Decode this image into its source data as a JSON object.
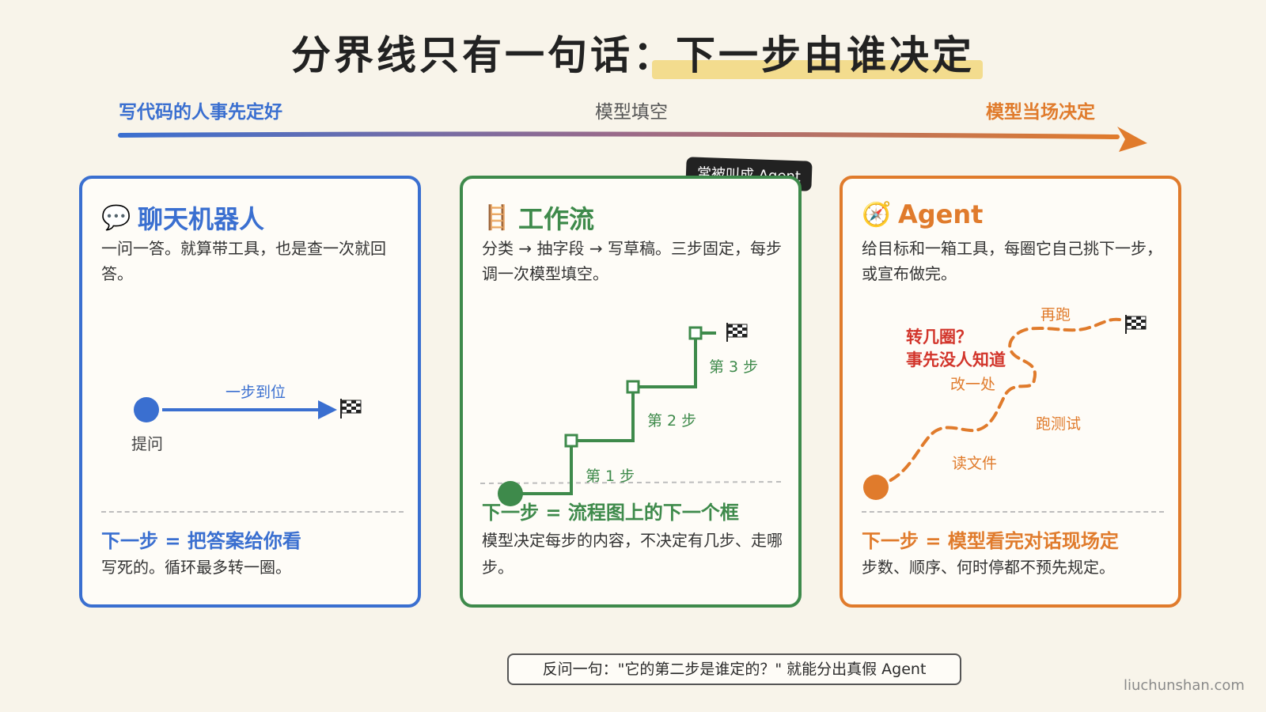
{
  "title": {
    "part1": "分界线只有一句话：",
    "part2": "下一步由谁决定"
  },
  "spectrum": {
    "left": "写代码的人事先定好",
    "middle": "模型填空",
    "right": "模型当场决定"
  },
  "colors": {
    "chatbot": "#3a6fd0",
    "workflow": "#3e8a4b",
    "agent": "#e07b2c",
    "agent_red": "#d2352b"
  },
  "cards": {
    "chatbot": {
      "icon": "speech-bubble-icon",
      "icon_glyph": "💬",
      "title": "聊天机器人",
      "desc": "一问一答。就算带工具，也是查一次就回答。",
      "diagram": {
        "arrow_label": "一步到位",
        "start_label": "提问"
      },
      "rule": "下一步 = 把答案给你看",
      "rule_desc": "写死的。循环最多转一圈。"
    },
    "workflow": {
      "badge": "常被叫成 Agent",
      "icon": "ladder-icon",
      "icon_glyph": "🪜",
      "title": "工作流",
      "desc": "分类 → 抽字段 → 写草稿。三步固定，每步调一次模型填空。",
      "diagram": {
        "step1": "第 1 步",
        "step2": "第 2 步",
        "step3": "第 3 步"
      },
      "rule": "下一步 = 流程图上的下一个框",
      "rule_desc": "模型决定每步的内容，不决定有几步、走哪步。"
    },
    "agent": {
      "icon": "compass-icon",
      "icon_glyph": "🧭",
      "title": "Agent",
      "desc": "给目标和一箱工具，每圈它自己挑下一步，或宣布做完。",
      "diagram": {
        "question_line1": "转几圈？",
        "question_line2": "事先没人知道",
        "step_read": "读文件",
        "step_test": "跑测试",
        "step_fix": "改一处",
        "step_rerun": "再跑"
      },
      "rule": "下一步 = 模型看完对话现场定",
      "rule_desc": "步数、顺序、何时停都不预先规定。"
    }
  },
  "footer": {
    "question": "反问一句：\"它的第二步是谁定的？\" 就能分出真假 Agent",
    "site": "liuchunshan.com"
  }
}
